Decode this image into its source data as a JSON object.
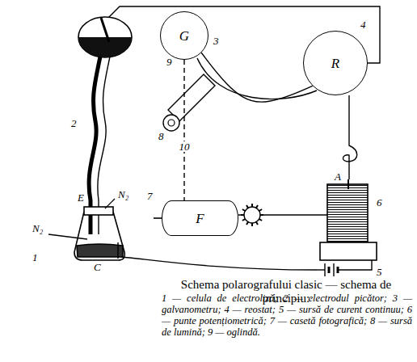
{
  "diagram": {
    "title": "Schema polarografului clasic — schema de principiu:",
    "caption": "1 — celula de electroliză; 2 — electrodul picător; 3 — galvanometru; 4 — reostat; 5 — sursă de curent continuu; 6 — punte potențiometrică; 7 — casetă fotografică; 8 — sursă de lumină; 9 — oglindă.",
    "nodes": [
      {
        "text": [
          "G"
        ]
      },
      {
        "text": [
          "R"
        ]
      },
      {
        "text": [
          "F"
        ]
      }
    ],
    "edges": [
      {
        "from": 0,
        "to": 1,
        "arrow": "none"
      },
      {
        "from": 0,
        "to": 2,
        "label": "10",
        "arrow": "none"
      }
    ],
    "labels": [
      "1",
      "2",
      "3",
      "4",
      "5",
      "6",
      "7",
      "8",
      "9",
      "E",
      "N₂",
      "N₂",
      "C",
      "A"
    ]
  }
}
